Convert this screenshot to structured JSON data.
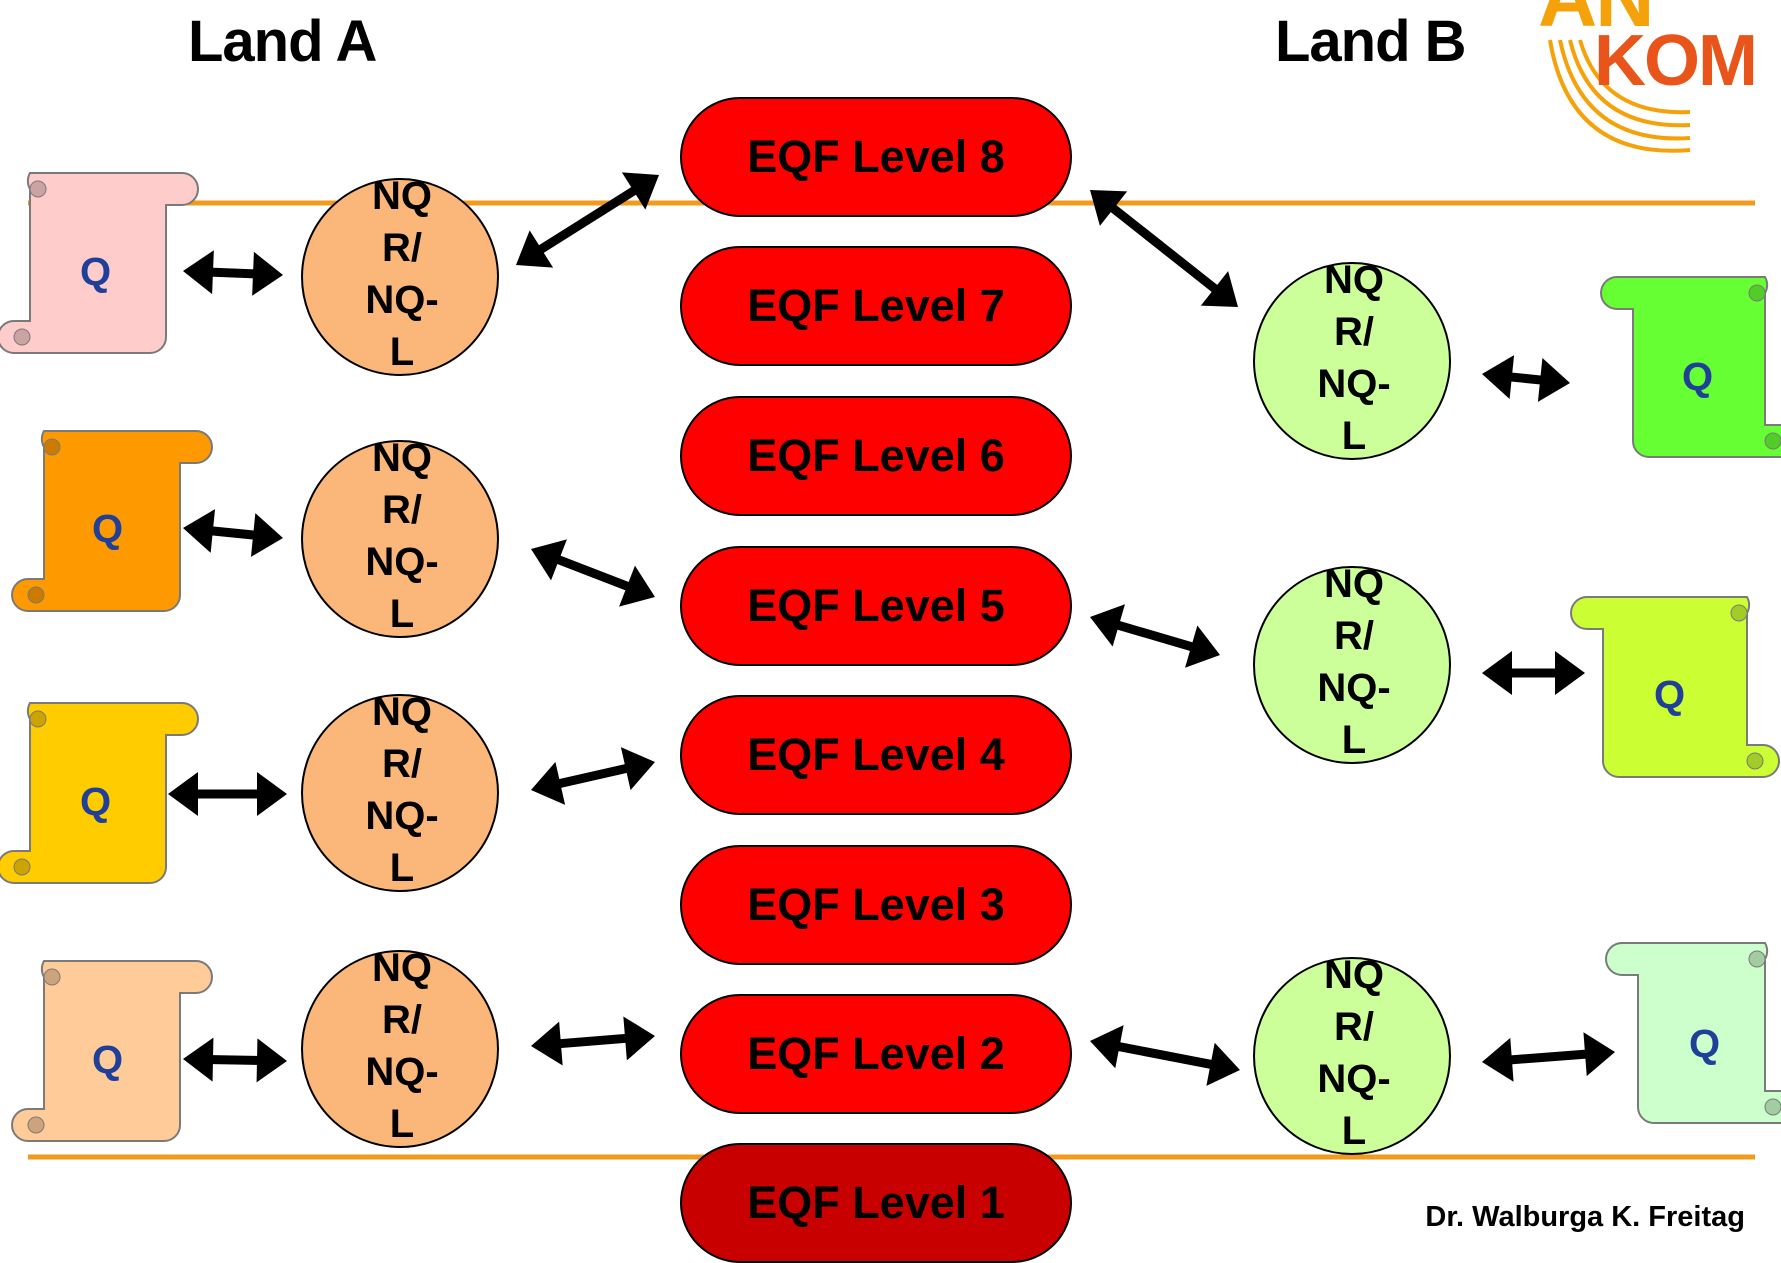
{
  "land_a_title": "Land A",
  "land_b_title": "Land B",
  "logo": {
    "top": "AN",
    "bottom": "KOM",
    "color_top": "#f5a20a",
    "color_bottom": "#e8541a"
  },
  "eqf_levels": [
    {
      "label": "EQF Level 8"
    },
    {
      "label": "EQF Level 7"
    },
    {
      "label": "EQF Level 6"
    },
    {
      "label": "EQF Level 5"
    },
    {
      "label": "EQF Level 4"
    },
    {
      "label": "EQF Level 3"
    },
    {
      "label": "EQF Level 2"
    },
    {
      "label": "EQF Level 1"
    }
  ],
  "colors": {
    "pill": "#ff0000",
    "pill_level1": "#c80000",
    "land_a_node": "#fbb77a",
    "land_b_node": "#ccff99",
    "divider": "#f29a1c"
  },
  "node_text_lines": [
    "NQ",
    "R/",
    "NQ-",
    "L"
  ],
  "land_a_nodes": [
    {
      "links_to_level": "8"
    },
    {
      "links_to_level": "5"
    },
    {
      "links_to_level": "4"
    },
    {
      "links_to_level": "2"
    }
  ],
  "land_b_nodes": [
    {
      "links_to_level": "8"
    },
    {
      "links_to_level": "5"
    },
    {
      "links_to_level": "2"
    }
  ],
  "land_a_qualifications": [
    {
      "label": "Q",
      "color": "#ffcccc"
    },
    {
      "label": "Q",
      "color": "#ff9900"
    },
    {
      "label": "Q",
      "color": "#ffcc00"
    },
    {
      "label": "Q",
      "color": "#ffcc99"
    }
  ],
  "land_b_qualifications": [
    {
      "label": "Q",
      "color": "#66ff33"
    },
    {
      "label": "Q",
      "color": "#ccff33"
    },
    {
      "label": "Q",
      "color": "#ccffcc"
    }
  ],
  "footer": "Dr. Walburga K. Freitag"
}
